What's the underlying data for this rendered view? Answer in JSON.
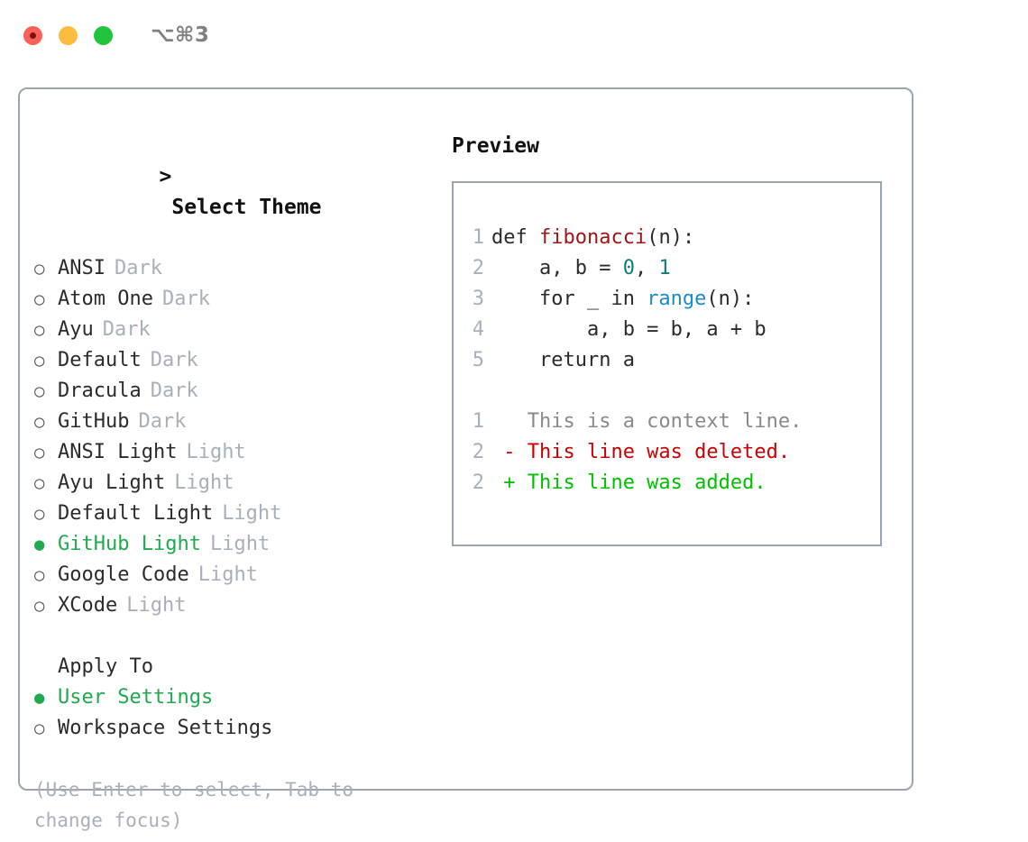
{
  "window": {
    "shortcut": "⌥⌘3",
    "traffic_lights": [
      "close-red",
      "minimize-yellow",
      "maximize-green"
    ]
  },
  "theme_panel": {
    "header": "> Select Theme",
    "header_caret": ">",
    "header_text": "Select Theme",
    "options": [
      {
        "marker": "○",
        "label": "ANSI",
        "tag": "Dark",
        "selected": false
      },
      {
        "marker": "○",
        "label": "Atom One",
        "tag": "Dark",
        "selected": false
      },
      {
        "marker": "○",
        "label": "Ayu",
        "tag": "Dark",
        "selected": false
      },
      {
        "marker": "○",
        "label": "Default",
        "tag": "Dark",
        "selected": false
      },
      {
        "marker": "○",
        "label": "Dracula",
        "tag": "Dark",
        "selected": false
      },
      {
        "marker": "○",
        "label": "GitHub",
        "tag": "Dark",
        "selected": false
      },
      {
        "marker": "○",
        "label": "ANSI Light",
        "tag": "Light",
        "selected": false
      },
      {
        "marker": "○",
        "label": "Ayu Light",
        "tag": "Light",
        "selected": false
      },
      {
        "marker": "○",
        "label": "Default Light",
        "tag": "Light",
        "selected": false
      },
      {
        "marker": "●",
        "label": "GitHub Light",
        "tag": "Light",
        "selected": true
      },
      {
        "marker": "○",
        "label": "Google Code",
        "tag": "Light",
        "selected": false
      },
      {
        "marker": "○",
        "label": "XCode",
        "tag": "Light",
        "selected": false
      }
    ]
  },
  "apply_to": {
    "header": "Apply To",
    "options": [
      {
        "marker": "●",
        "label": "User Settings",
        "selected": true
      },
      {
        "marker": "○",
        "label": "Workspace Settings",
        "selected": false
      }
    ]
  },
  "hint": "(Use Enter to select, Tab to change focus)",
  "preview": {
    "title": "Preview",
    "code_lines": [
      {
        "no": "1",
        "segments": [
          {
            "text": "def ",
            "kind": "plain"
          },
          {
            "text": "fibonacci",
            "kind": "fn"
          },
          {
            "text": "(n):",
            "kind": "plain"
          }
        ]
      },
      {
        "no": "2",
        "segments": [
          {
            "text": "    a, b = ",
            "kind": "plain"
          },
          {
            "text": "0",
            "kind": "num"
          },
          {
            "text": ", ",
            "kind": "plain"
          },
          {
            "text": "1",
            "kind": "num"
          }
        ]
      },
      {
        "no": "3",
        "segments": [
          {
            "text": "    for _ in ",
            "kind": "plain"
          },
          {
            "text": "range",
            "kind": "builtin"
          },
          {
            "text": "(n):",
            "kind": "plain"
          }
        ]
      },
      {
        "no": "4",
        "segments": [
          {
            "text": "        a, b = b, a + b",
            "kind": "plain"
          }
        ]
      },
      {
        "no": "5",
        "segments": [
          {
            "text": "    return a",
            "kind": "plain"
          }
        ]
      }
    ],
    "diff_lines": [
      {
        "no": "1",
        "text": "   This is a context line.",
        "kind": "context"
      },
      {
        "no": "2",
        "text": " - This line was deleted.",
        "kind": "deleted"
      },
      {
        "no": "2",
        "text": " + This line was added.",
        "kind": "added"
      }
    ]
  },
  "colors": {
    "accent_green": "#1faa4d",
    "muted": "#a7b0bb",
    "border": "#9aa5b1",
    "token_function": "#a31515",
    "token_number": "#0e7c7b",
    "token_builtin": "#1a8cc8",
    "diff_deleted": "#cc0000",
    "diff_added": "#00c000"
  }
}
